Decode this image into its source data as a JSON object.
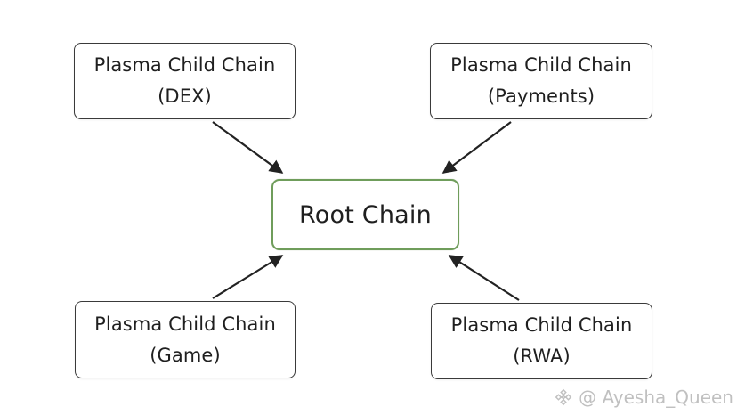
{
  "root_node": {
    "title": "Root Chain"
  },
  "nodes": {
    "dex": {
      "line1": "Plasma Child Chain",
      "line2": "(DEX)"
    },
    "payments": {
      "line1": "Plasma Child Chain",
      "line2": "(Payments)"
    },
    "game": {
      "line1": "Plasma Child Chain",
      "line2": "(Game)"
    },
    "rwa": {
      "line1": "Plasma Child Chain",
      "line2": "(RWA)"
    }
  },
  "watermark": {
    "text": "@ Ayesha_Queen"
  },
  "colors": {
    "root_border": "#6f9d5b",
    "node_border": "#3a3a3a",
    "arrow": "#222222"
  }
}
